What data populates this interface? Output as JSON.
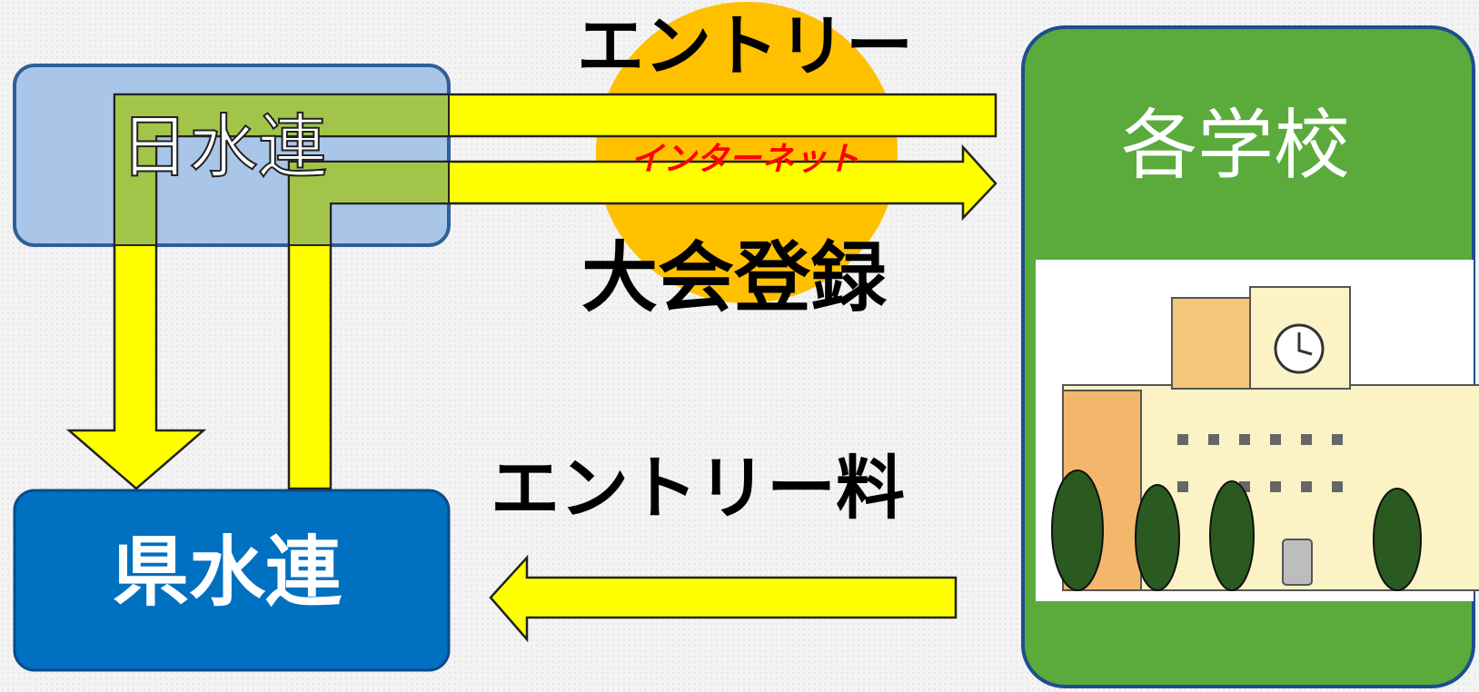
{
  "nodes": {
    "nissuiren": "日水連",
    "kensuiren": "県水連",
    "schools": "各学校"
  },
  "flows": {
    "entry": "エントリー",
    "internet": "インターネット",
    "registration": "大会登録",
    "entry_fee": "エントリー料"
  },
  "colors": {
    "nissuiren_fill": "#a9c6e8",
    "kensuiren_fill": "#0070c0",
    "schools_fill": "#5aab3c",
    "arrow_fill": "#ffff00",
    "arrow_overlap_fill": "#9dc24d",
    "internet_circle": "#ffc000",
    "internet_text": "#ff0000"
  }
}
